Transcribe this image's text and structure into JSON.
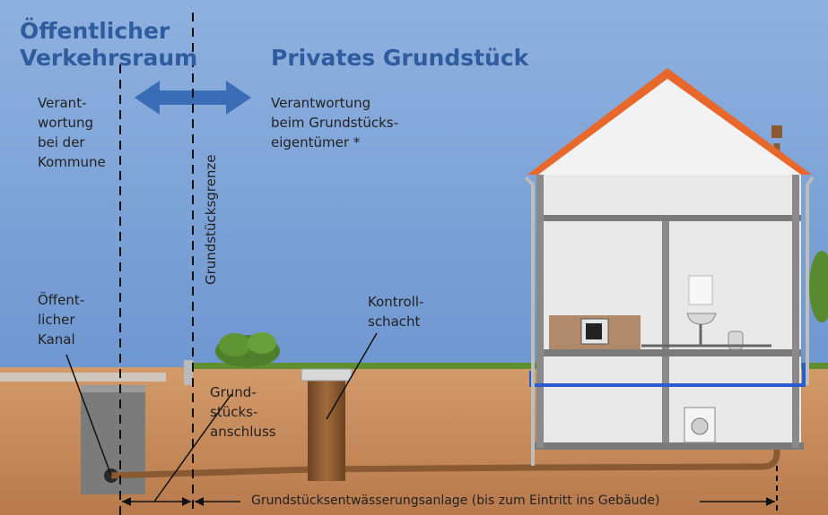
{
  "headings": {
    "public_area": "Öffentlicher\nVerkehrsraum",
    "private_property": "Privates Grundstück"
  },
  "responsibility": {
    "municipality": "Verant-\nwortung\nbei der\nKommune",
    "owner": "Verantwortung\nbeim Grundstücks-\neigentümer *"
  },
  "boundary_label": "Grundstücksgrenze",
  "labels": {
    "public_sewer": "Öffent-\nlicher\nKanal",
    "control_shaft": "Kontroll-\nschacht",
    "property_connection": "Grund-\nstücks-\nanschluss",
    "drainage_system": "Grundstücksentwässerungsanlage (bis zum Eintritt ins Gebäude)"
  },
  "colors": {
    "sky": "#7aa0d6",
    "soil": "#c98a5a",
    "grass": "#5f8f2e",
    "pipe": "#8a5a32",
    "water_line": "#2a5ccf",
    "roof": "#e8672a",
    "arrow": "#3a6db5",
    "heading": "#2f5c9e"
  }
}
